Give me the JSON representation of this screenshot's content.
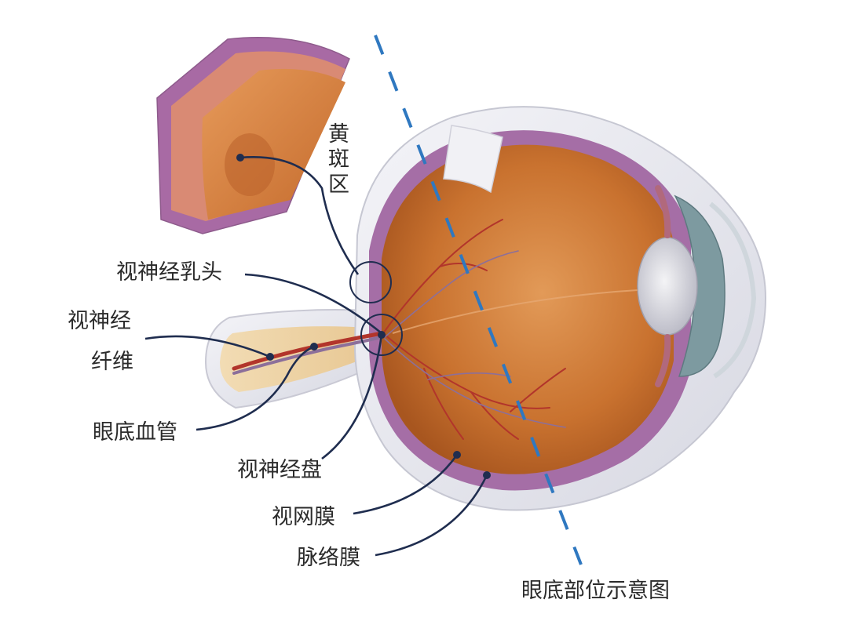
{
  "diagram": {
    "caption": "眼底部位示意图",
    "labels": {
      "macula": [
        "黄",
        "斑",
        "区"
      ],
      "optic_papilla": "视神经乳头",
      "optic_nerve_fiber_1": "视神经",
      "optic_nerve_fiber_2": "纤维",
      "fundus_vessels": "眼底血管",
      "optic_disc": "视神经盘",
      "retina": "视网膜",
      "choroid": "脉络膜"
    },
    "colors": {
      "leader": "#1f2d4f",
      "dashed_line": "#2f78c0",
      "fundus": "#c9702f",
      "sclera": "#e9e9f0",
      "choroid_layer": "#9c6aa0",
      "vessel": "#b2352b"
    }
  }
}
